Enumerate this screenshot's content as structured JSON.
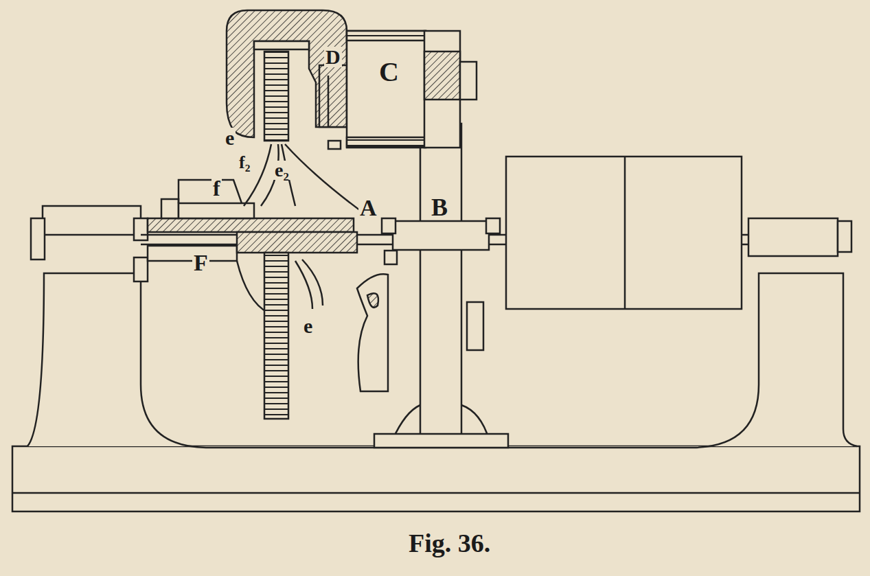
{
  "diagram": {
    "caption": "Fig. 36.",
    "labels": [
      "C",
      "D",
      "e",
      "f₂",
      "e₂",
      "f",
      "A",
      "B",
      "F",
      "e"
    ]
  }
}
